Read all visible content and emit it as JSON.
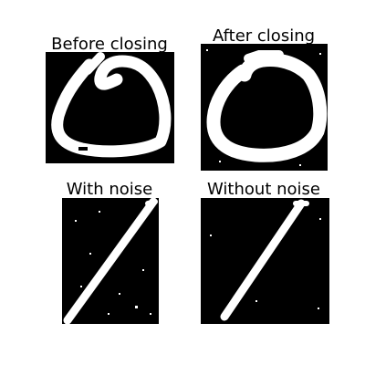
{
  "figure": {
    "background": "#ffffff",
    "panels": [
      {
        "title": "Before closing",
        "content": "handwritten digit zero with gap in stroke"
      },
      {
        "title": "After closing",
        "content": "handwritten digit zero with gaps filled"
      },
      {
        "title": "With noise",
        "content": "handwritten digit one with speckle noise"
      },
      {
        "title": "Without noise",
        "content": "handwritten digit one denoised"
      }
    ],
    "colors": {
      "foreground": "#ffffff",
      "background": "#000000"
    }
  }
}
